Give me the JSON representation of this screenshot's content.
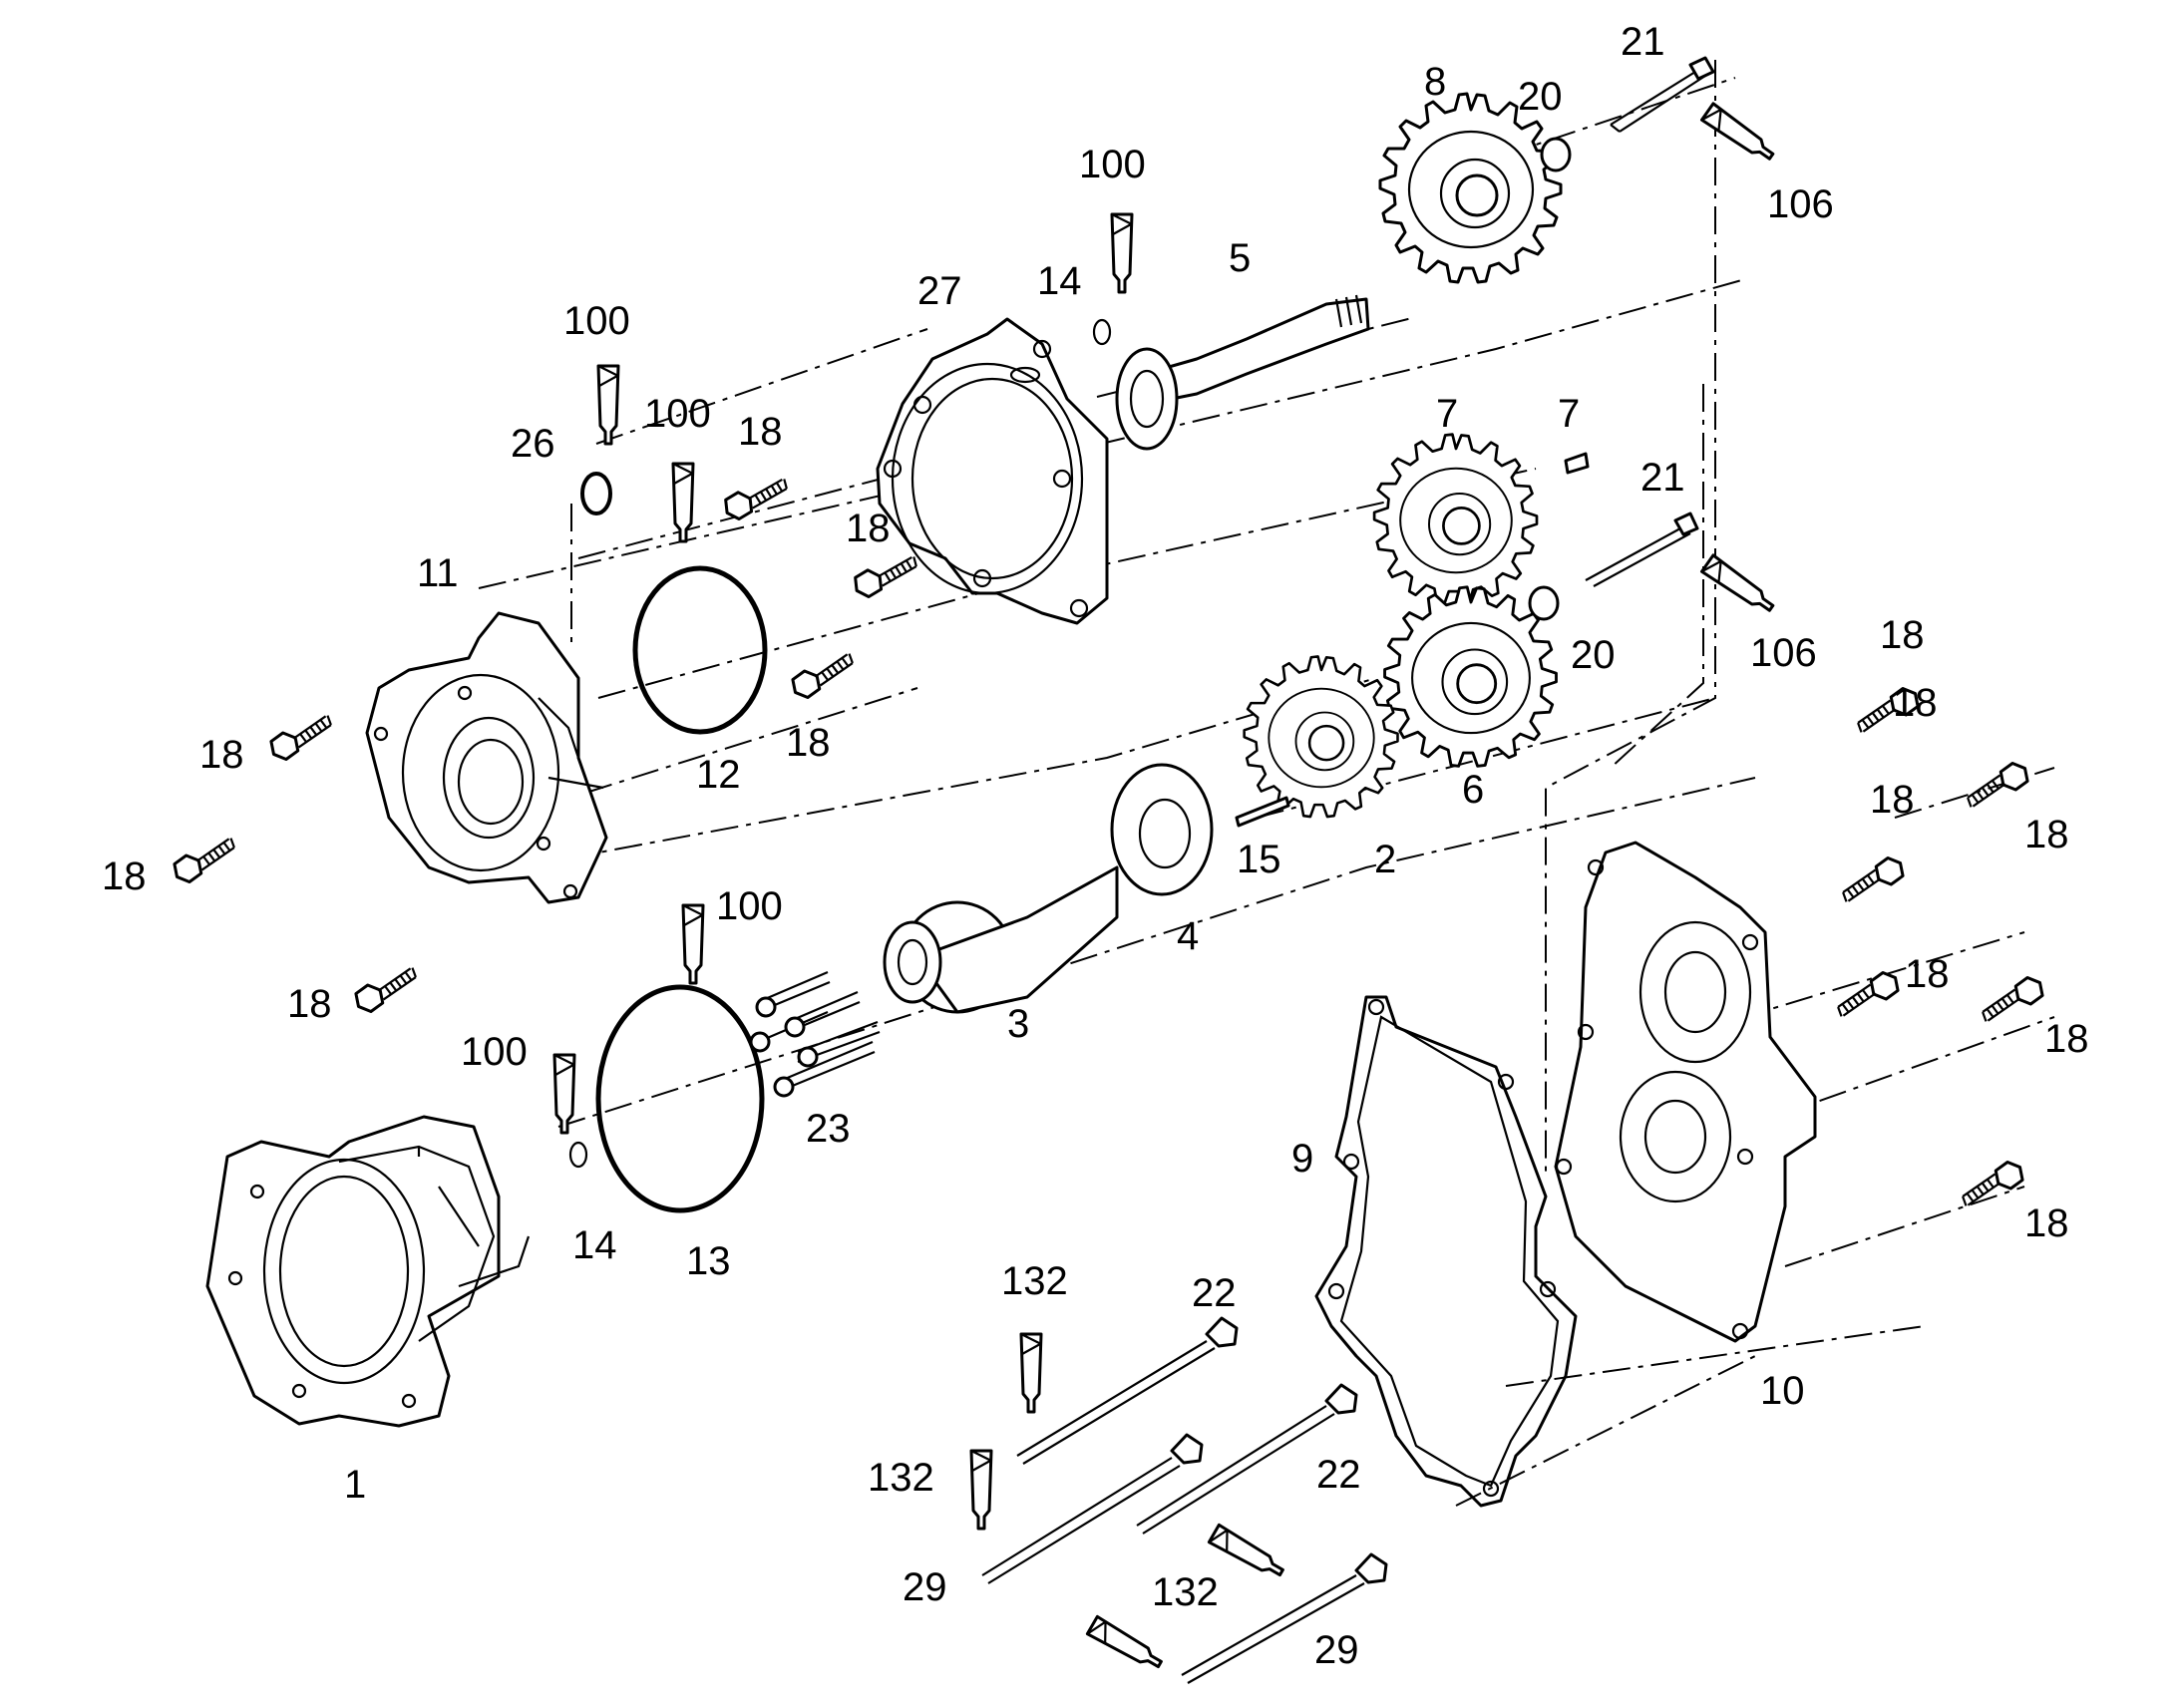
{
  "labels": {
    "l1": "1",
    "l2": "2",
    "l3": "3",
    "l4": "4",
    "l5": "5",
    "l6": "6",
    "l7a": "7",
    "l7b": "7",
    "l8": "8",
    "l9": "9",
    "l10": "10",
    "l11": "11",
    "l12": "12",
    "l13": "13",
    "l14a": "14",
    "l14b": "14",
    "l15": "15",
    "l18a": "18",
    "l18b": "18",
    "l18c": "18",
    "l18d": "18",
    "l18e": "18",
    "l18f": "18",
    "l18g": "18",
    "l18h": "18",
    "l18i": "18",
    "l18j": "18",
    "l18k": "18",
    "l18l": "18",
    "l18m": "18",
    "l20a": "20",
    "l20b": "20",
    "l21a": "21",
    "l21b": "21",
    "l22a": "22",
    "l22b": "22",
    "l23": "23",
    "l26": "26",
    "l27": "27",
    "l29a": "29",
    "l29b": "29",
    "l100a": "100",
    "l100b": "100",
    "l100c": "100",
    "l100d": "100",
    "l100e": "100",
    "l106a": "106",
    "l106b": "106",
    "l132a": "132",
    "l132b": "132",
    "l132c": "132"
  },
  "icons": [
    "gear-icon",
    "bolt-icon",
    "o-ring-icon",
    "sealant-tube-icon",
    "circlip-icon",
    "housing-icon",
    "gasket-icon",
    "shaft-icon"
  ]
}
